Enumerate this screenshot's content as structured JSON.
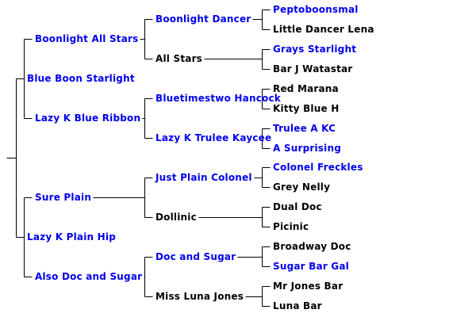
{
  "colors": {
    "link": "#0000ee",
    "plain": "#000000",
    "line": "#000000"
  },
  "pedigree": {
    "name": "",
    "link": false,
    "parents": [
      {
        "name": "Blue Boon Starlight",
        "link": true,
        "parents": [
          {
            "name": "Boonlight All Stars",
            "link": true,
            "parents": [
              {
                "name": "Boonlight Dancer",
                "link": true,
                "parents": [
                  {
                    "name": "Peptoboonsmal",
                    "link": true
                  },
                  {
                    "name": "Little Dancer Lena",
                    "link": false
                  }
                ]
              },
              {
                "name": "All Stars",
                "link": false,
                "parents": [
                  {
                    "name": "Grays Starlight",
                    "link": true
                  },
                  {
                    "name": "Bar J Watastar",
                    "link": false
                  }
                ]
              }
            ]
          },
          {
            "name": "Lazy K Blue Ribbon",
            "link": true,
            "parents": [
              {
                "name": "Bluetimestwo Hancock",
                "link": true,
                "parents": [
                  {
                    "name": "Red Marana",
                    "link": false
                  },
                  {
                    "name": "Kitty Blue H",
                    "link": false
                  }
                ]
              },
              {
                "name": "Lazy K Trulee Kaycee",
                "link": true,
                "parents": [
                  {
                    "name": "Trulee A KC",
                    "link": true
                  },
                  {
                    "name": "A Surprising",
                    "link": true
                  }
                ]
              }
            ]
          }
        ]
      },
      {
        "name": "Lazy K Plain Hip",
        "link": true,
        "parents": [
          {
            "name": "Sure Plain",
            "link": true,
            "parents": [
              {
                "name": "Just Plain Colonel",
                "link": true,
                "parents": [
                  {
                    "name": "Colonel Freckles",
                    "link": true
                  },
                  {
                    "name": "Grey Nelly",
                    "link": false
                  }
                ]
              },
              {
                "name": "Dollinic",
                "link": false,
                "parents": [
                  {
                    "name": "Dual Doc",
                    "link": false
                  },
                  {
                    "name": "Picinic",
                    "link": false
                  }
                ]
              }
            ]
          },
          {
            "name": "Also Doc and Sugar",
            "link": true,
            "parents": [
              {
                "name": "Doc and Sugar",
                "link": true,
                "parents": [
                  {
                    "name": "Broadway Doc",
                    "link": false
                  },
                  {
                    "name": "Sugar Bar Gal",
                    "link": true
                  }
                ]
              },
              {
                "name": "Miss Luna Jones",
                "link": false,
                "parents": [
                  {
                    "name": "Mr Jones Bar",
                    "link": false
                  },
                  {
                    "name": "Luna Bar",
                    "link": false
                  }
                ]
              }
            ]
          }
        ]
      }
    ]
  }
}
